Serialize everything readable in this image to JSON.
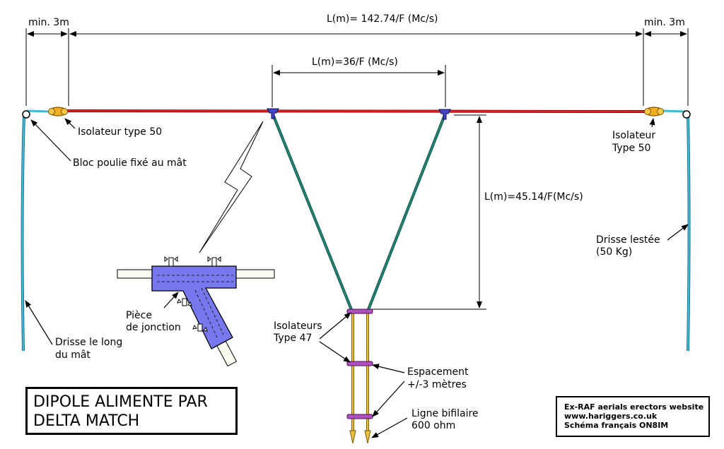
{
  "dimensions": {
    "overall": "L(m)= 142.74/F (Mc/s)",
    "min_left": "min. 3m",
    "min_right": "min. 3m",
    "delta_top": "L(m)=36/F (Mc/s)",
    "delta_height": "L(m)=45.14/F(Mc/s)"
  },
  "labels": {
    "insulator_left": "Isolateur type 50",
    "pulley_block": "Bloc poulie fixé au mât",
    "insulator_right_line1": "Isolateur",
    "insulator_right_line2": "Type 50",
    "halyard_weighted_line1": "Drisse lestée",
    "halyard_weighted_line2": "(50 Kg)",
    "halyard_mast_line1": "Drisse le long",
    "halyard_mast_line2": "du mât",
    "junction_line1": "Pièce",
    "junction_line2": "de jonction",
    "insulators47_line1": "Isolateurs",
    "insulators47_line2": "Type 47",
    "spacing_line1": "Espacement",
    "spacing_line2": "+/-3 mètres",
    "feeder_line1": "Ligne bifilaire",
    "feeder_line2": "600 ohm"
  },
  "title": {
    "line1": "DIPOLE ALIMENTE PAR",
    "line2": "DELTA MATCH"
  },
  "credits": {
    "line1": "Ex-RAF aerials erectors website",
    "line2": "www.hariggers.co.uk",
    "line3": "Schéma français ON8IM"
  },
  "colors": {
    "dipole_wire": "#e02020",
    "halyard": "#40b8d8",
    "delta_wire": "#1f8a78",
    "feeder": "#e8c040",
    "insulator_47": "#b050c0",
    "insulator_50": "#f0b020",
    "junction_piece": "#7777ee",
    "background": "#ffffff"
  }
}
